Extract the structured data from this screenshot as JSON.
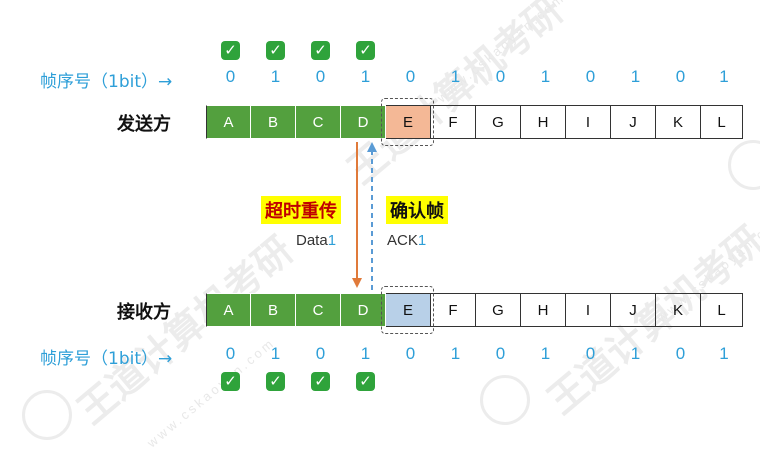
{
  "watermark": {
    "brand_text": "王道计算机考研",
    "url_text": "www.cskaoyan.com"
  },
  "sender": {
    "title": "发送方",
    "seq_label": "帧序号（1bit）→",
    "seq_numbers": [
      "0",
      "1",
      "0",
      "1",
      "0",
      "1",
      "0",
      "1",
      "0",
      "1",
      "0",
      "1"
    ],
    "frames": [
      "A",
      "B",
      "C",
      "D",
      "E",
      "F",
      "G",
      "H",
      "I",
      "J",
      "K",
      "L"
    ],
    "acknowledged_count": 4,
    "window_frame": "E"
  },
  "receiver": {
    "title": "接收方",
    "seq_label": "帧序号（1bit）→",
    "seq_numbers": [
      "0",
      "1",
      "0",
      "1",
      "0",
      "1",
      "0",
      "1",
      "0",
      "1",
      "0",
      "1"
    ],
    "frames": [
      "A",
      "B",
      "C",
      "D",
      "E",
      "F",
      "G",
      "H",
      "I",
      "J",
      "K",
      "L"
    ],
    "received_count": 4,
    "window_frame": "E"
  },
  "middle": {
    "timeout_retransmit": "超时重传",
    "ack_frame": "确认帧",
    "data_msg": "Data",
    "data_seq": "1",
    "ack_msg": "ACK",
    "ack_seq": "1"
  },
  "colors": {
    "acked": "#53a03e",
    "sender_window": "#f4b896",
    "receiver_window": "#b8d0e8",
    "seq_text": "#2e9fd8",
    "data_arrow": "#e07a3a",
    "ack_arrow": "#5a9bd5",
    "highlight": "#ffff00"
  }
}
